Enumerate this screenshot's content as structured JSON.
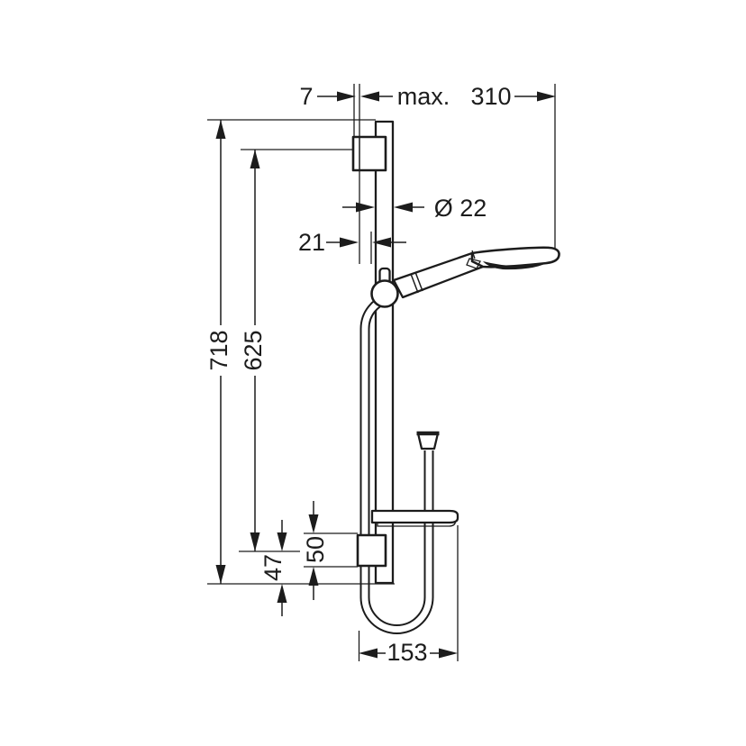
{
  "colors": {
    "line": "#1c1c1c",
    "background": "#ffffff"
  },
  "dimensions": {
    "wall_plate_depth": "7",
    "max_prefix": "max.",
    "max_reach": "310",
    "bar_diameter": "Ø 22",
    "wall_to_bar": "21",
    "total_height": "718",
    "fixing_distance": "625",
    "bracket_height": "50",
    "bar_end_to_fixing": "47",
    "hose_loop_width": "153"
  }
}
